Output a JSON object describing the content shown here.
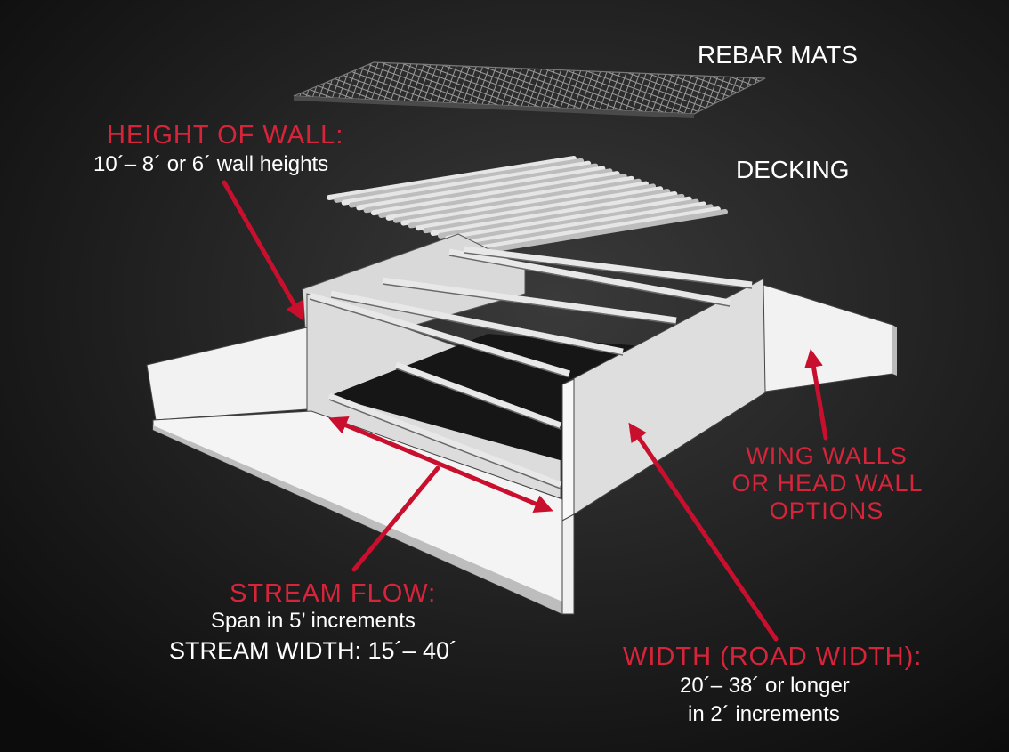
{
  "colors": {
    "accent": "#c8102e",
    "background": "#1a1a1a",
    "structure": "#f4f4f4",
    "text": "#ffffff"
  },
  "labels": {
    "rebar_mats": "REBAR MATS",
    "decking": "DECKING",
    "height_title": "HEIGHT OF WALL:",
    "height_detail": "10´– 8´ or 6´ wall heights",
    "stream_title": "STREAM FLOW:",
    "stream_detail": "Span in 5’ increments",
    "stream_width": "STREAM WIDTH: 15´– 40´",
    "wing_line1": "WING WALLS",
    "wing_line2": "OR HEAD WALL",
    "wing_line3": "OPTIONS",
    "width_title": "WIDTH (ROAD WIDTH):",
    "width_detail1": "20´– 38´ or longer",
    "width_detail2": "in 2´ increments"
  }
}
